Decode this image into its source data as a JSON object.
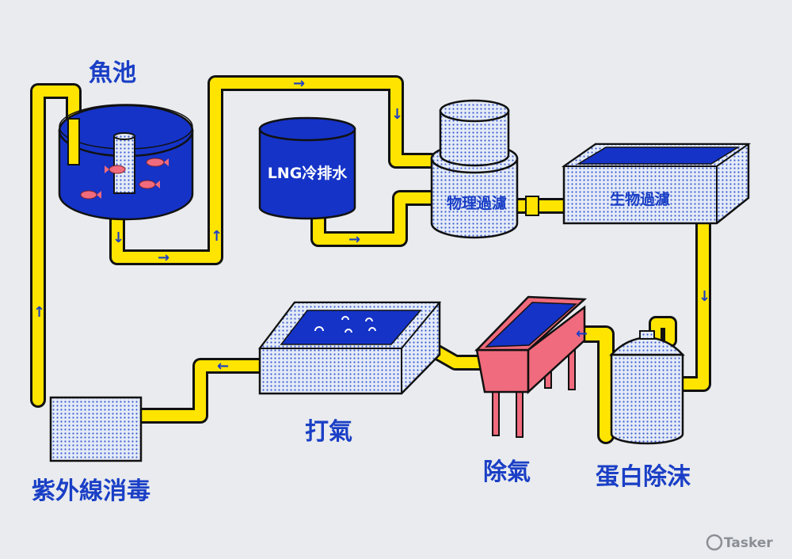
{
  "diagram": {
    "labels": {
      "fish_pond": "魚池",
      "lng_drain": "LNG冷排水",
      "physical_filter": "物理過濾",
      "bio_filter": "生物過濾",
      "uv_disinfection": "紫外線消毒",
      "aeration": "打氣",
      "degassing": "除氣",
      "protein_skimmer": "蛋白除沫"
    },
    "arrows": {
      "right": "→",
      "left": "←",
      "up": "↑",
      "down": "↓"
    },
    "watermark": "Tasker",
    "colors": {
      "background": "#e9ebee",
      "pipe_yellow": "#ffe400",
      "water_blue": "#1533c7",
      "label_blue": "#1a3fc6",
      "dotted_fill": "#dfe7f5",
      "degasser_pink": "#f06b7d"
    }
  }
}
